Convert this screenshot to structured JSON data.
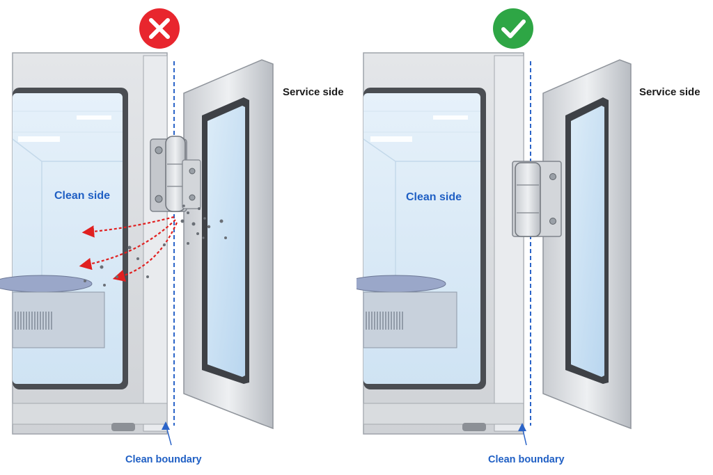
{
  "panels": {
    "bad": {
      "service_label": "Service side",
      "clean_label": "Clean side",
      "boundary_label": "Clean boundary",
      "status_icon": "cross-icon"
    },
    "good": {
      "service_label": "Service side",
      "clean_label": "Clean side",
      "boundary_label": "Clean boundary",
      "status_icon": "check-icon"
    }
  },
  "colors": {
    "bad": "#e8262e",
    "good": "#2ea645",
    "clean_text": "#1f5fc4",
    "boundary_line": "#2b64c8",
    "particle_arrow": "#e02020"
  }
}
